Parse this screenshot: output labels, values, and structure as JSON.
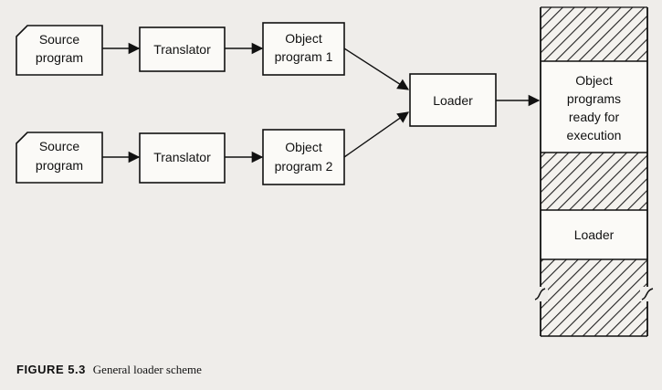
{
  "diagram": {
    "source_program_1": [
      "Source",
      "program"
    ],
    "translator_1": "Translator",
    "object_program_1": [
      "Object",
      "program 1"
    ],
    "source_program_2": [
      "Source",
      "program"
    ],
    "translator_2": "Translator",
    "object_program_2": [
      "Object",
      "program 2"
    ],
    "loader": "Loader",
    "memory_object_region": [
      "Object",
      "programs",
      "ready for",
      "execution"
    ],
    "memory_loader_region": "Loader"
  },
  "caption": {
    "figure_number": "FIGURE 5.3",
    "text": "General loader scheme"
  }
}
